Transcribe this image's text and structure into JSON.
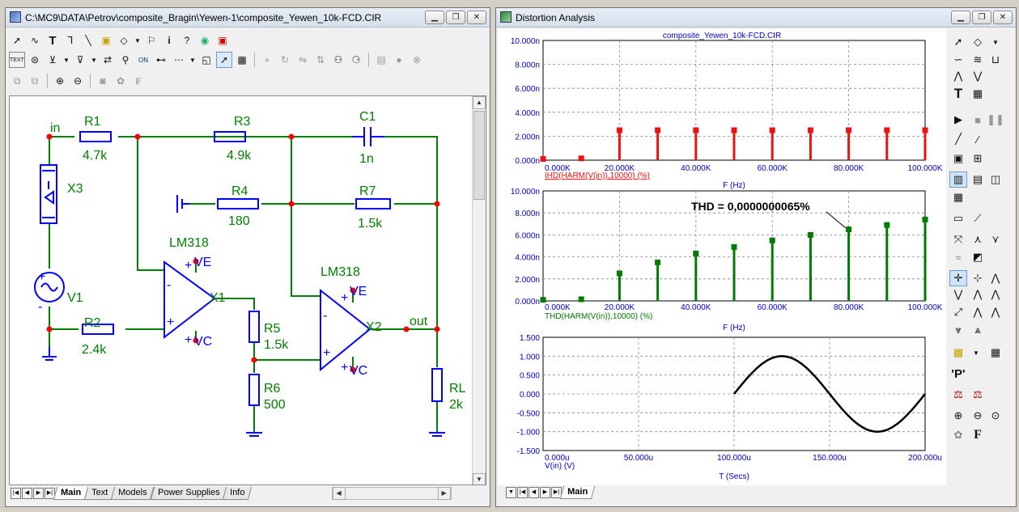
{
  "left_window": {
    "title": "C:\\MC9\\DATA\\Petrov\\composite_Bragin\\Yewen-1\\composite_Yewen_10k-FCD.CIR",
    "toolbar_row1_icons": [
      "pointer-icon",
      "wire-icon",
      "text-icon",
      "wire-ortho-icon",
      "line-icon",
      "component-icon",
      "shapes-icon",
      "flag-icon",
      "info-icon",
      "help-icon",
      "globe-icon",
      "exit-icon"
    ],
    "tabs": [
      "Main",
      "Text",
      "Models",
      "Power Supplies",
      "Info"
    ],
    "active_tab": "Main"
  },
  "schematic": {
    "color_wire": "#008000",
    "color_component": "#0000ff",
    "color_node": "#ff0000",
    "labels": {
      "in": "in",
      "out": "out",
      "R1": "R1",
      "R1v": "4.7k",
      "R2": "R2",
      "R2v": "2.4k",
      "R3": "R3",
      "R3v": "4.9k",
      "R4": "R4",
      "R4v": "180",
      "R5": "R5",
      "R5v": "1.5k",
      "R6": "R6",
      "R6v": "500",
      "R7": "R7",
      "R7v": "1.5k",
      "C1": "C1",
      "C1v": "1n",
      "RL": "RL",
      "RLv": "2k",
      "X1": "X1",
      "X2": "X2",
      "X3": "X3",
      "V1": "V1",
      "U1": "LM318",
      "U2": "LM318",
      "VE1": "VE",
      "VC1": "VC",
      "VE2": "VE",
      "VC2": "VC",
      "plus": "+",
      "minus": "-"
    }
  },
  "right_window": {
    "title": "Distortion Analysis",
    "tab": "Main",
    "circuit_name": "composite_Yewen_10k-FCD.CIR"
  },
  "chart_data": [
    {
      "type": "bar",
      "title": "",
      "xlabel": "F (Hz)",
      "ylabel": "IHD(HARM(V(in)),10000) (%)",
      "x_ticks": [
        "0.000K",
        "20.000K",
        "40.000K",
        "60.000K",
        "80.000K",
        "100.000K"
      ],
      "y_ticks": [
        "0.000n",
        "2.000n",
        "4.000n",
        "6.000n",
        "8.000n",
        "10.000n"
      ],
      "xlim": [
        0,
        100000
      ],
      "ylim": [
        0,
        10
      ],
      "y_unit": "n",
      "x": [
        0,
        10000,
        20000,
        30000,
        40000,
        50000,
        60000,
        70000,
        80000,
        90000,
        100000
      ],
      "values": [
        0.1,
        0.15,
        2.5,
        2.5,
        2.5,
        2.5,
        2.5,
        2.5,
        2.5,
        2.5,
        2.5
      ],
      "color": "#ee1111"
    },
    {
      "type": "bar",
      "title": "",
      "xlabel": "F (Hz)",
      "ylabel": "THD(HARM(V(in)),10000) (%)",
      "x_ticks": [
        "0.000K",
        "20.000K",
        "40.000K",
        "60.000K",
        "80.000K",
        "100.000K"
      ],
      "y_ticks": [
        "0.000n",
        "2.000n",
        "4.000n",
        "6.000n",
        "8.000n",
        "10.000n"
      ],
      "xlim": [
        0,
        100000
      ],
      "ylim": [
        0,
        10
      ],
      "x": [
        0,
        10000,
        20000,
        30000,
        40000,
        50000,
        60000,
        70000,
        80000,
        90000,
        100000
      ],
      "values": [
        0.1,
        0.15,
        2.5,
        3.5,
        4.3,
        4.9,
        5.5,
        6.0,
        6.5,
        6.9,
        7.4
      ],
      "annotation": "THD = 0,0000000065%",
      "color": "#007a00"
    },
    {
      "type": "line",
      "title": "",
      "xlabel": "T (Secs)",
      "ylabel": "V(in) (V)",
      "x_ticks": [
        "0.000u",
        "50.000u",
        "100.000u",
        "150.000u",
        "200.000u"
      ],
      "y_ticks": [
        "-1.500",
        "-1.000",
        "-0.500",
        "0.000",
        "0.500",
        "1.000",
        "1.500"
      ],
      "xlim": [
        0,
        200
      ],
      "ylim": [
        -1.5,
        1.5
      ],
      "series": [
        {
          "function": "sin",
          "start": 100,
          "end": 200,
          "period": 100,
          "amplitude": 1.0
        }
      ],
      "color": "#000000"
    }
  ]
}
